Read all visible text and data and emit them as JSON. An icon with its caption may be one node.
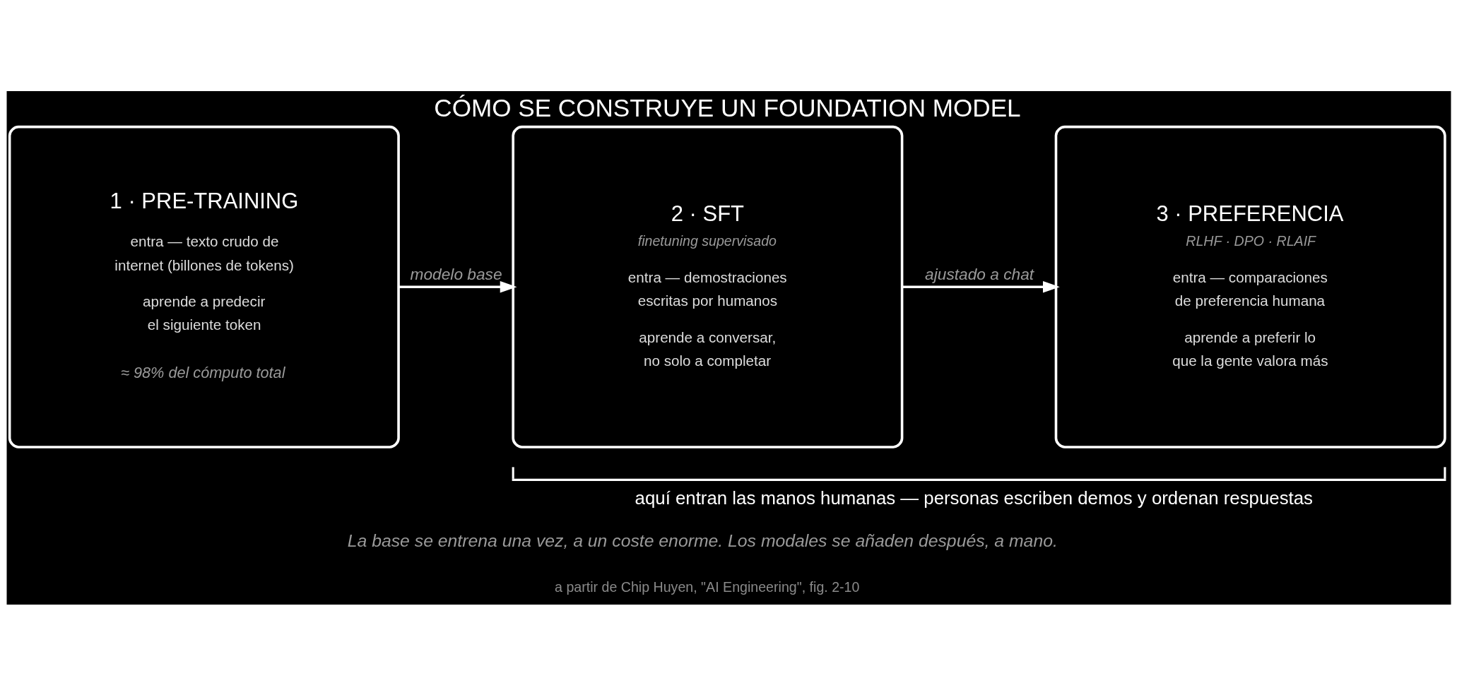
{
  "diagram": {
    "title": "CÓMO SE CONSTRUYE UN FOUNDATION MODEL",
    "caption": "La base se entrena una vez, a un coste enorme. Los modales se añaden después, a mano.",
    "nodes": [
      {
        "text": [
          "1 · PRE-TRAINING",
          "entra — texto crudo de internet (billones de tokens)",
          "aprende a predecir el siguiente token",
          "≈ 98% del cómputo total"
        ]
      },
      {
        "text": [
          "2 · SFT",
          "finetuning supervisado",
          "entra — demostraciones escritas por humanos",
          "aprende a conversar, no solo a completar"
        ]
      },
      {
        "text": [
          "3 · PREFERENCIA",
          "RLHF · DPO · RLAIF",
          "entra — comparaciones de preferencia humana",
          "aprende a preferir lo que la gente valora más"
        ]
      }
    ],
    "edges": [
      {
        "from": 0,
        "to": 1,
        "arrow": "to",
        "label": "modelo base"
      },
      {
        "from": 1,
        "to": 2,
        "arrow": "to",
        "label": "ajustado a chat"
      }
    ],
    "labels": [
      "aquí entran las manos humanas — personas escriben demos y ordenan respuestas",
      "a partir de Chip Huyen, \"AI Engineering\", fig. 2-10"
    ]
  }
}
